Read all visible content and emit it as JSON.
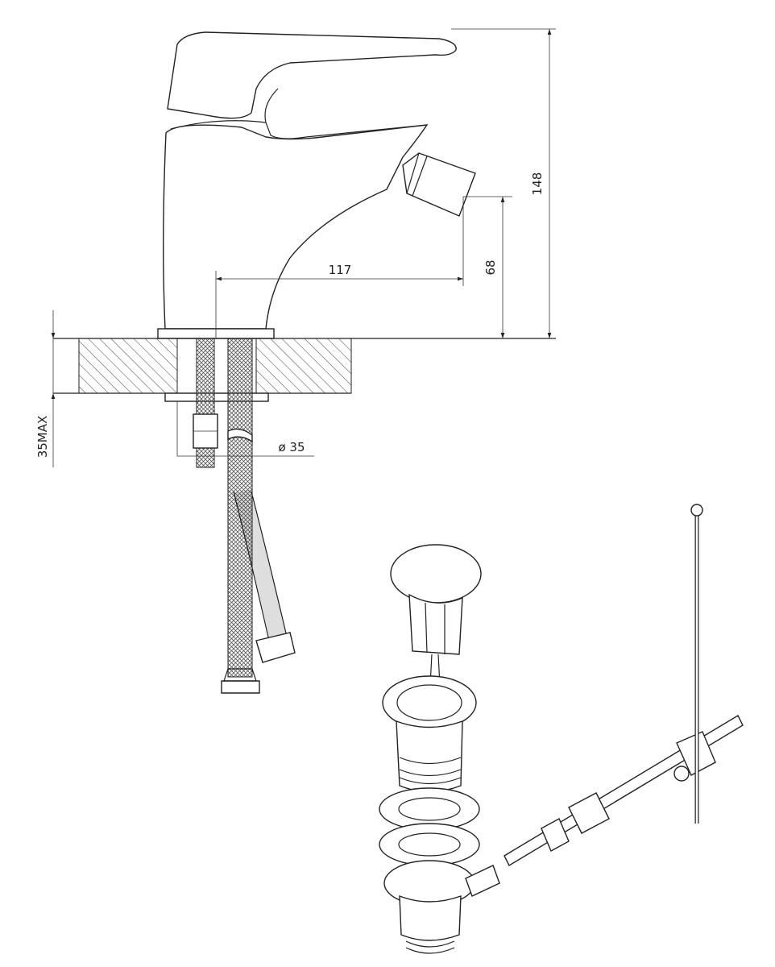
{
  "dimensions": {
    "height_total": "148",
    "spout_height": "68",
    "spout_reach": "117",
    "deck_max": "35MAX",
    "hole_diameter": "ø 35"
  }
}
